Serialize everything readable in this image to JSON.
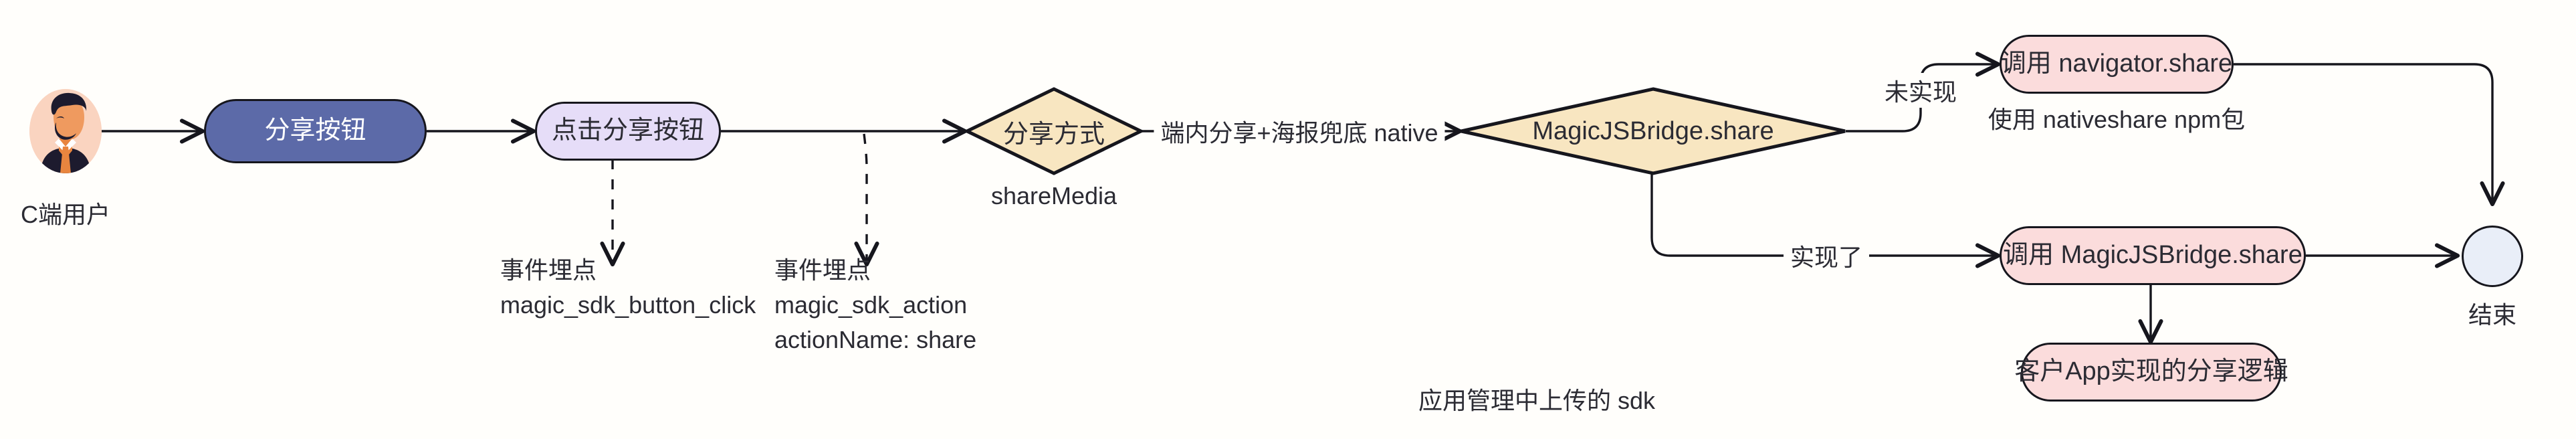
{
  "diagram": {
    "type": "flowchart",
    "title": "分享流程图",
    "background": "#fffefb",
    "colors": {
      "blue_fill": "#5c6aa8",
      "blue_text": "#ffffff",
      "purple_fill": "#e6ddf8",
      "pink_fill": "#fbdcdc",
      "diamond_fill": "#f8e6c1",
      "end_fill": "#e9eef8",
      "stroke": "#16161d",
      "text": "#2b2b33"
    }
  },
  "actor": {
    "icon": "user-avatar-icon",
    "label": "C端用户"
  },
  "nodes": {
    "share_button": {
      "label": "分享按钮",
      "style": "blue-stadium"
    },
    "click_share_button": {
      "label": "点击分享按钮",
      "style": "purple-stadium"
    },
    "share_media": {
      "label": "分享方式",
      "sublabel": "shareMedia",
      "style": "diamond"
    },
    "magic_jsbridge_share": {
      "label": "MagicJSBridge.share",
      "style": "diamond"
    },
    "call_navigator_share": {
      "label": "调用 navigator.share",
      "sublabel": "使用 nativeshare npm包",
      "style": "pink-stadium"
    },
    "call_magic_jsbridge_share": {
      "label": "调用 MagicJSBridge.share",
      "style": "pink-stadium"
    },
    "client_app_share_logic": {
      "label": "客户App实现的分享逻辑",
      "style": "pink-stadium"
    },
    "end": {
      "label": "结束",
      "style": "circle"
    }
  },
  "edge_labels": {
    "native_share": "端内分享+海报兜底 native",
    "not_implemented": "未实现",
    "implemented": "实现了"
  },
  "annotations": {
    "tracking_1_line1": "事件埋点",
    "tracking_1_line2": "magic_sdk_button_click",
    "tracking_2_line1": "事件埋点",
    "tracking_2_line2": "magic_sdk_action",
    "tracking_2_line3": "actionName: share",
    "sdk_note": "应用管理中上传的 sdk"
  }
}
